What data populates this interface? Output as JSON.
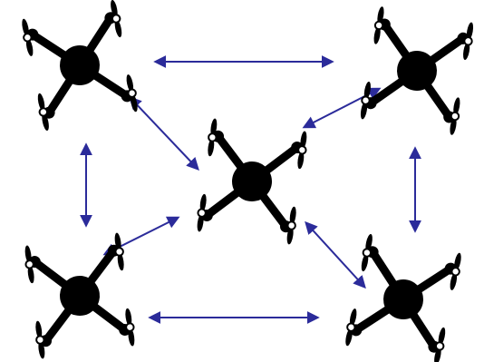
{
  "diagram": {
    "description_visible_text": "",
    "node_icon": "quadcopter-drone-icon",
    "drone_color": "#000000",
    "link_color": "#2b2b9a",
    "link_style": "double-headed-arrow",
    "nodes": [
      {
        "id": "top-left"
      },
      {
        "id": "top-right"
      },
      {
        "id": "center"
      },
      {
        "id": "bottom-left"
      },
      {
        "id": "bottom-right"
      }
    ],
    "links": [
      {
        "from": "top-left",
        "to": "top-right"
      },
      {
        "from": "top-left",
        "to": "center"
      },
      {
        "from": "top-left",
        "to": "bottom-left"
      },
      {
        "from": "top-right",
        "to": "center"
      },
      {
        "from": "top-right",
        "to": "bottom-right"
      },
      {
        "from": "center",
        "to": "bottom-left"
      },
      {
        "from": "center",
        "to": "bottom-right"
      },
      {
        "from": "bottom-left",
        "to": "bottom-right"
      }
    ]
  }
}
